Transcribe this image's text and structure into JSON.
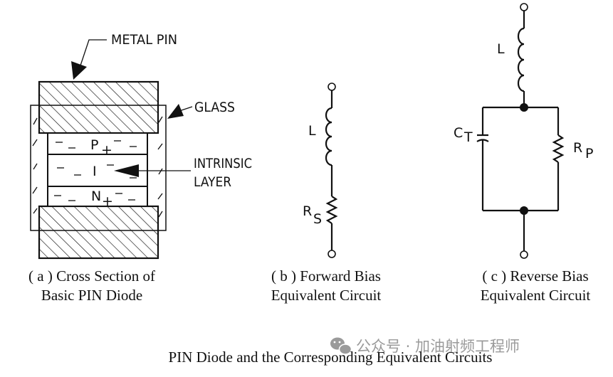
{
  "panel_a": {
    "callouts": {
      "metal_pin": "METAL PIN",
      "glass": "GLASS",
      "intrinsic_line1": "INTRINSIC",
      "intrinsic_line2": "LAYER"
    },
    "layers": {
      "p": "P",
      "p_sign": "+",
      "i": "I",
      "n": "N",
      "n_sign": "+"
    },
    "caption_line1": "( a )  Cross Section of",
    "caption_line2": "Basic PIN Diode"
  },
  "panel_b": {
    "inductor": "L",
    "resistor": "R",
    "resistor_sub": "S",
    "caption_line1": "( b ) Forward Bias",
    "caption_line2": "Equivalent Circuit"
  },
  "panel_c": {
    "inductor": "L",
    "capacitor": "C",
    "capacitor_sub": "T",
    "resistor": "R",
    "resistor_sub": "P",
    "caption_line1": "( c ) Reverse Bias",
    "caption_line2": "Equivalent Circuit"
  },
  "figure_caption": "PIN Diode and the Corresponding  Equivalent Circuits",
  "watermark": "公众号 · 加油射频工程师",
  "colors": {
    "line": "#111111",
    "watermark": "#9a9a9a",
    "background": "#ffffff"
  }
}
